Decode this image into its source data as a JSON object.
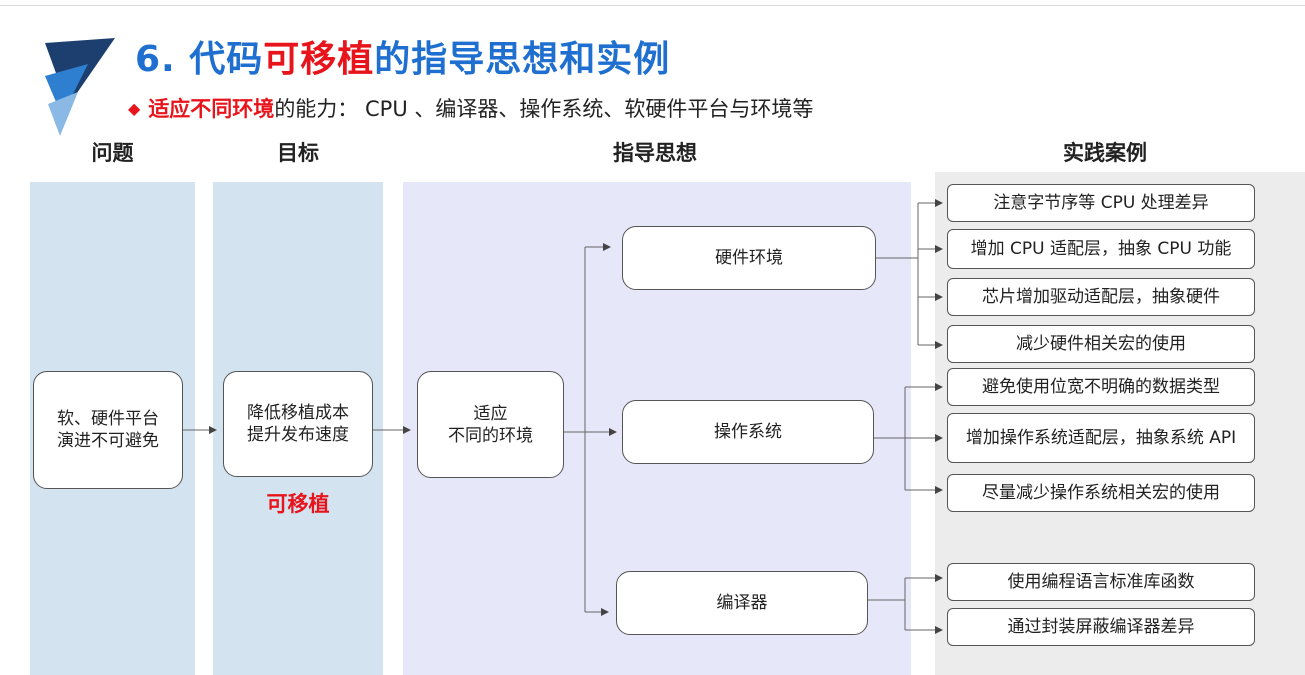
{
  "title": {
    "prefix": "6. 代码",
    "highlight": "可移植",
    "suffix": "的指导思想和实例"
  },
  "subtitle": {
    "bullet": "◆",
    "highlight": "适应不同环境",
    "text": "的能力： CPU 、编译器、操作系统、软硬件平台与环境等"
  },
  "columns": {
    "problem": "问题",
    "goal": "目标",
    "guidance": "指导思想",
    "cases": "实践案例"
  },
  "problem_node": "软、硬件平台\n演进不可避免",
  "goal_node": "降低移植成本\n提升发布速度",
  "goal_label": "可移植",
  "guide_root": "适应\n不同的环境",
  "branches": [
    {
      "label": "硬件环境",
      "cases": [
        "注意字节序等 CPU 处理差异",
        "增加 CPU 适配层，抽象 CPU 功能",
        "芯片增加驱动适配层，抽象硬件",
        "减少硬件相关宏的使用"
      ]
    },
    {
      "label": "操作系统",
      "cases": [
        "避免使用位宽不明确的数据类型",
        "增加操作系统适配层，抽象系统 API",
        "尽量减少操作系统相关宏的使用"
      ]
    },
    {
      "label": "编译器",
      "cases": [
        "使用编程语言标准库函数",
        "通过封装屏蔽编译器差异"
      ]
    }
  ],
  "colors": {
    "title_blue": "#1f6fd1",
    "accent_red": "#e8141b",
    "col_blue": "#d4e3f0",
    "col_lavender": "#e7e7fa",
    "col_gray": "#ececec"
  }
}
